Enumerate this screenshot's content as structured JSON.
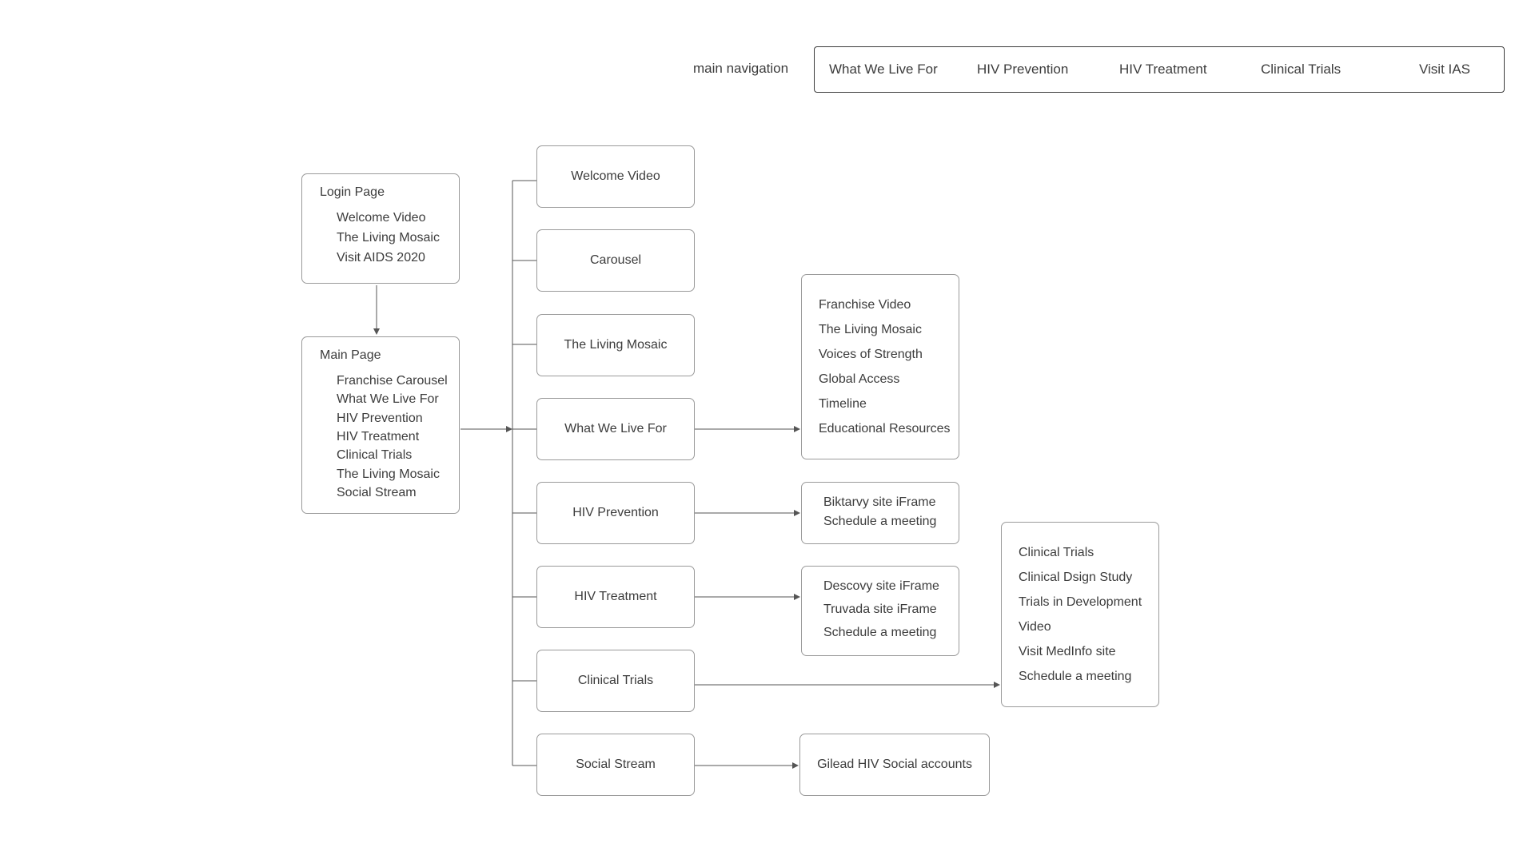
{
  "main_navigation": {
    "label": "main navigation",
    "items": [
      "What We Live For",
      "HIV Prevention",
      "HIV Treatment",
      "Clinical Trials",
      "Visit IAS"
    ]
  },
  "login_page": {
    "title": "Login Page",
    "items": [
      "Welcome Video",
      "The Living Mosaic",
      "Visit AIDS 2020"
    ]
  },
  "main_page": {
    "title": "Main Page",
    "items": [
      "Franchise Carousel",
      "What We Live For",
      "HIV Prevention",
      "HIV Treatment",
      "Clinical Trials",
      "The Living Mosaic",
      "Social Stream"
    ]
  },
  "sections": [
    {
      "label": "Welcome Video"
    },
    {
      "label": "Carousel"
    },
    {
      "label": "The Living Mosaic"
    },
    {
      "label": "What We Live For"
    },
    {
      "label": "HIV Prevention"
    },
    {
      "label": "HIV Treatment"
    },
    {
      "label": "Clinical Trials"
    },
    {
      "label": "Social Stream"
    }
  ],
  "details": {
    "what_we_live_for": [
      "Franchise Video",
      "The Living Mosaic",
      "Voices of Strength",
      "Global Access",
      "Timeline",
      "Educational Resources"
    ],
    "hiv_prevention": [
      "Biktarvy site iFrame",
      "Schedule a meeting"
    ],
    "hiv_treatment": [
      "Descovy site iFrame",
      "Truvada site iFrame",
      "Schedule a meeting"
    ],
    "clinical_trials": [
      "Clinical Trials",
      "Clinical Dsign Study",
      "Trials in Development",
      "Video",
      "Visit MedInfo site",
      "Schedule a meeting"
    ],
    "social_stream": [
      "Gilead HIV Social accounts"
    ]
  },
  "colors": {
    "line": "#555555",
    "border": "#9a9a9a",
    "text": "#3c3c3c"
  }
}
